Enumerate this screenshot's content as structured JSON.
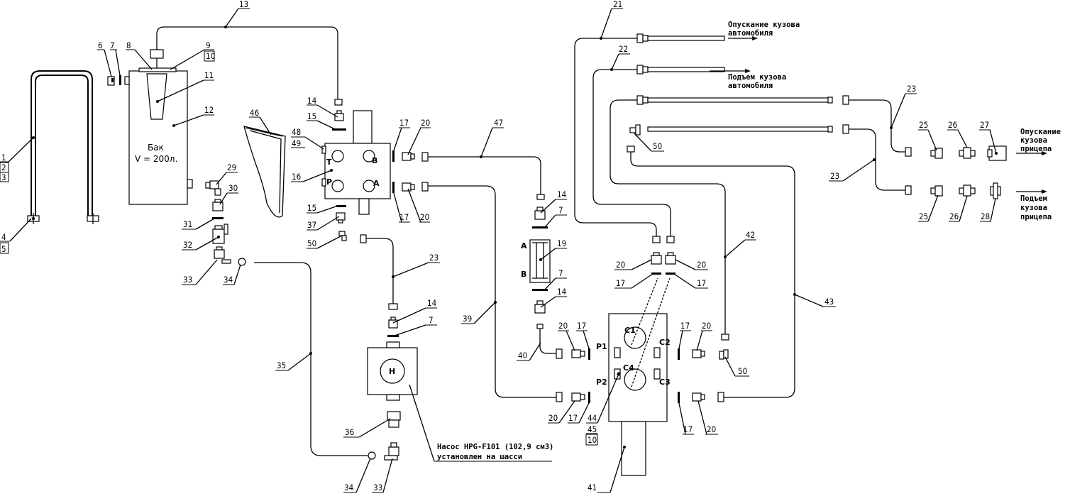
{
  "diagram": {
    "labels": {
      "tank_title": "Бак",
      "tank_volume": "V = 200л.",
      "lowering_truck_1": "Опускание кузова",
      "lowering_truck_2": "автомобиля",
      "raising_truck_1": "Подъем кузова",
      "raising_truck_2": "автомобиля",
      "lowering_trailer_1": "Опускание",
      "lowering_trailer_2": "кузова",
      "lowering_trailer_3": "прицепа",
      "raising_trailer_1": "Подъем",
      "raising_trailer_2": "кузова",
      "raising_trailer_3": "прицепа",
      "pump_1": "Насос HPG-F101 (102,9 см3)",
      "pump_2": "установлен на шасси",
      "pump_letter": "Н"
    },
    "ports": {
      "T": "T",
      "B": "B",
      "P": "P",
      "A": "A",
      "A2": "A",
      "B2": "B",
      "P1": "P1",
      "P2": "P2",
      "C1": "C1",
      "C2": "C2",
      "C3": "C3",
      "C4": "C4"
    },
    "callouts": {
      "n1": "1",
      "n2": "2",
      "n3": "3",
      "n4": "4",
      "n5": "5",
      "n6": "6",
      "n7a": "7",
      "n8": "8",
      "n9": "9",
      "n10a": "10",
      "n11": "11",
      "n12": "12",
      "n13": "13",
      "n14a": "14",
      "n15a": "15",
      "n16": "16",
      "n48": "48",
      "n49": "49",
      "n46": "46",
      "n17a": "17",
      "n20a": "20",
      "n17b": "17",
      "n20b": "20",
      "n15b": "15",
      "n37": "37",
      "n50a": "50",
      "n29": "29",
      "n30": "30",
      "n31": "31",
      "n32": "32",
      "n33a": "33",
      "n34a": "34",
      "n35": "35",
      "n47": "47",
      "n14b": "14",
      "n7b": "7",
      "n19": "19",
      "n7c": "7",
      "n14c": "14",
      "n40": "40",
      "n23a": "23",
      "n14d": "14",
      "n7d": "7",
      "n36": "36",
      "n34b": "34",
      "n33b": "33",
      "n39": "39",
      "n21": "21",
      "n22": "22",
      "n50b": "50",
      "n23b": "23",
      "n23c": "23",
      "n25a": "25",
      "n26a": "26",
      "n27": "27",
      "n25b": "25",
      "n26b": "26",
      "n28": "28",
      "n20c": "20",
      "n20d": "20",
      "n17c": "17",
      "n17d": "17",
      "n42": "42",
      "n43": "43",
      "n20e": "20",
      "n17e": "17",
      "n17f": "17",
      "n20f": "20",
      "n50c": "50",
      "n20g": "20",
      "n17g": "17",
      "n44": "44",
      "n45": "45",
      "n10b": "10",
      "n17h": "17",
      "n20h": "20",
      "n41": "41"
    }
  }
}
